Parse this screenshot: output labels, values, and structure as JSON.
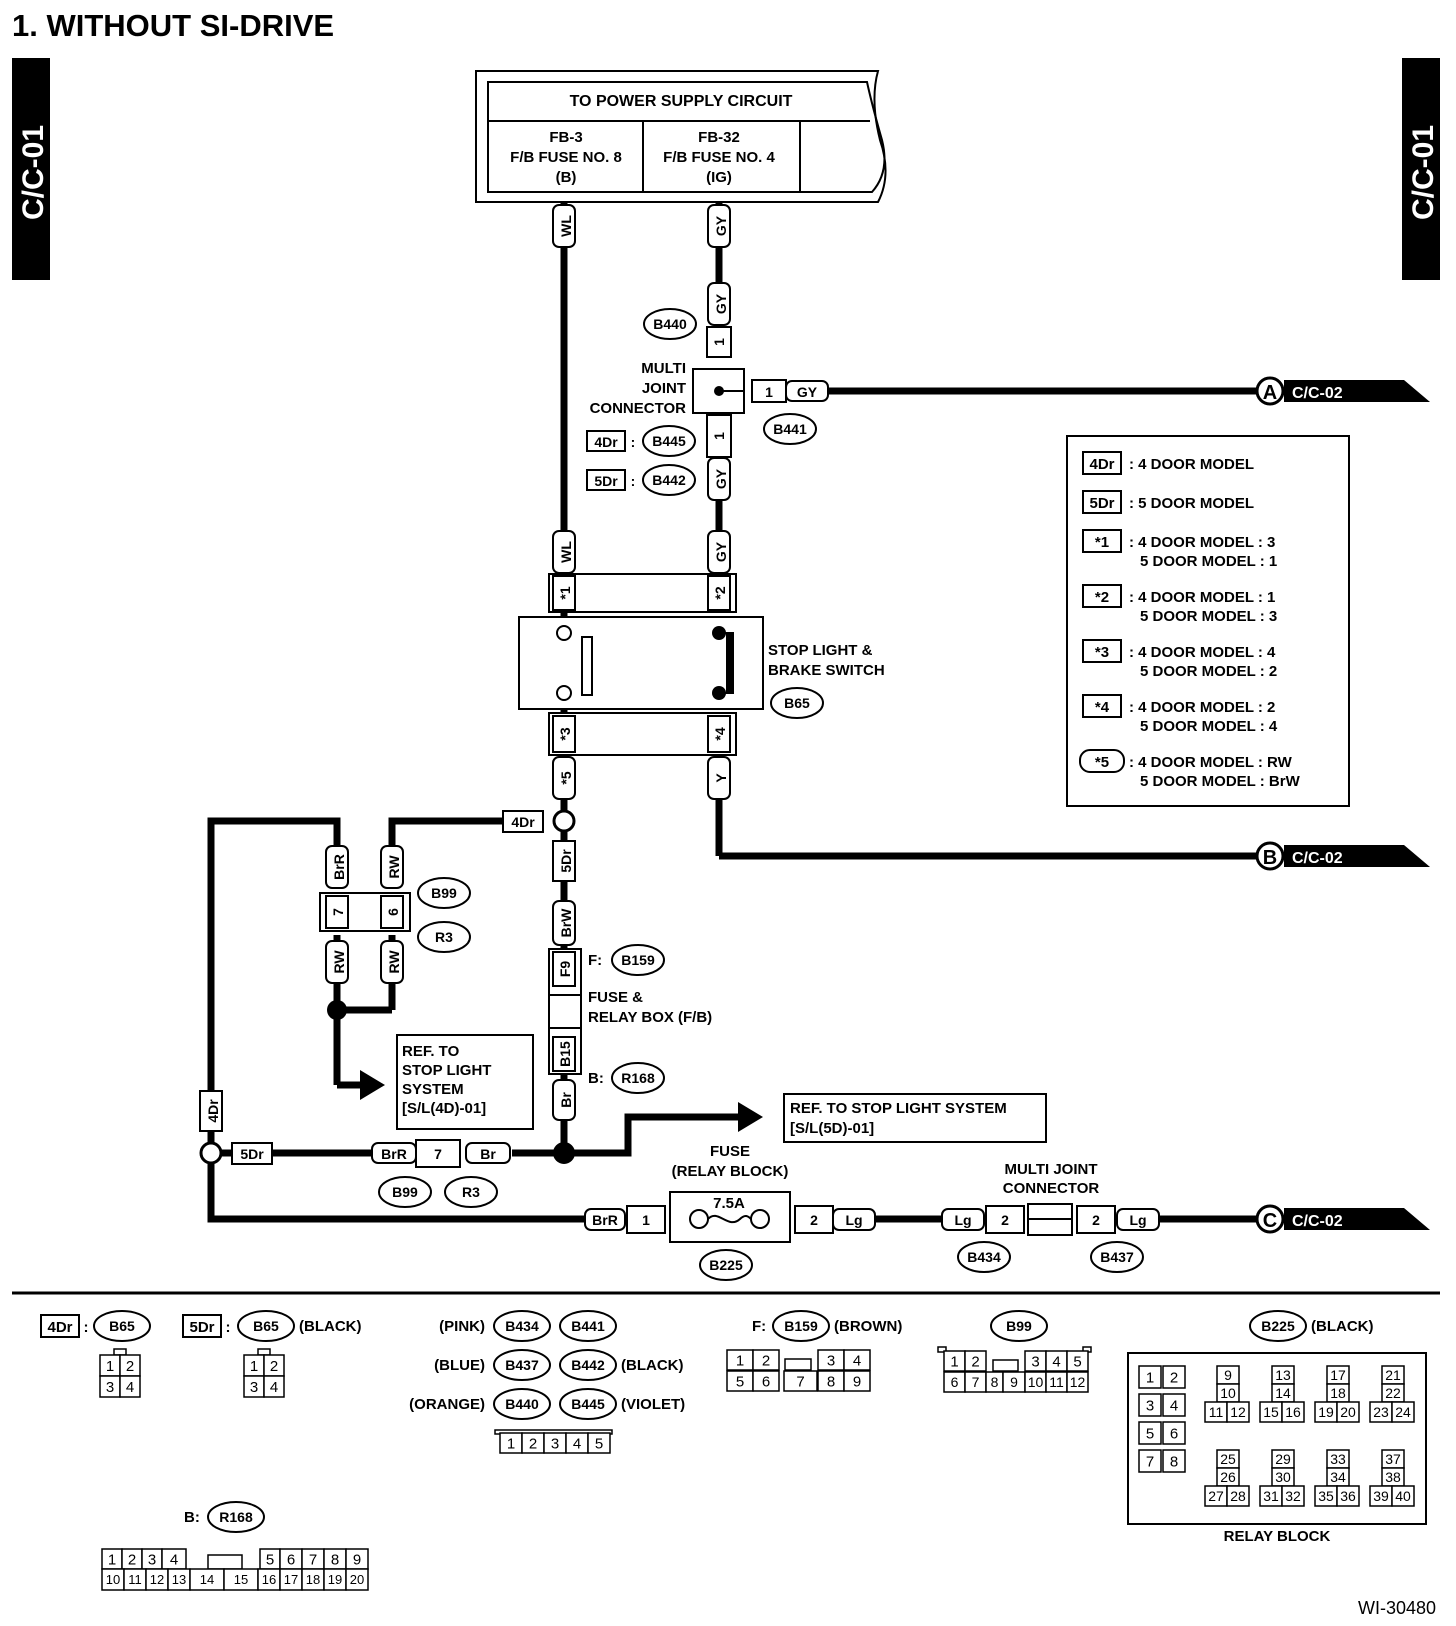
{
  "title": "1.  WITHOUT SI-DRIVE",
  "side_tab": "C/C-01",
  "figure_id": "WI-30480",
  "power": {
    "header": "TO POWER SUPPLY CIRCUIT",
    "fuse1": [
      "FB-3",
      "F/B FUSE NO. 8",
      "(B)"
    ],
    "fuse2": [
      "FB-32",
      "F/B FUSE NO. 4",
      "(IG)"
    ]
  },
  "wires": {
    "wl": "WL",
    "gy": "GY",
    "y": "Y",
    "brw": "BrW",
    "br": "Br",
    "brr": "BrR",
    "rw": "RW",
    "lg": "Lg"
  },
  "labels": {
    "multi_joint": [
      "MULTI",
      "JOINT",
      "CONNECTOR"
    ],
    "stop_switch": [
      "STOP LIGHT &",
      "BRAKE SWITCH"
    ],
    "fuse_relay": [
      "FUSE &",
      "RELAY BOX (F/B)"
    ],
    "ref_4d": [
      "REF. TO",
      "STOP LIGHT",
      "SYSTEM",
      "[S/L(4D)-01]"
    ],
    "ref_5d": [
      "REF. TO STOP LIGHT SYSTEM",
      "[S/L(5D)-01]"
    ],
    "fuse_relay_block": [
      "FUSE",
      "(RELAY BLOCK)"
    ],
    "fuse_rating": "7.5A",
    "multi_joint2": [
      "MULTI JOINT",
      "CONNECTOR"
    ],
    "relay_block": "RELAY BLOCK"
  },
  "tags": {
    "dr4": "4Dr",
    "dr5": "5Dr",
    "s1": "*1",
    "s2": "*2",
    "s3": "*3",
    "s4": "*4",
    "s5": "*5",
    "f": "F:",
    "b": "B:",
    "f9": "F9",
    "b15": "B15",
    "colon": ":"
  },
  "connectors": {
    "b440": "B440",
    "b441": "B441",
    "b445": "B445",
    "b442": "B442",
    "b65": "B65",
    "b99": "B99",
    "r3": "R3",
    "b159": "B159",
    "r168": "R168",
    "b225": "B225",
    "b434": "B434",
    "b437": "B437"
  },
  "pins": {
    "p1": "1",
    "p2": "2",
    "p6": "6",
    "p7": "7"
  },
  "outputs": [
    {
      "letter": "A",
      "ref": "C/C-02"
    },
    {
      "letter": "B",
      "ref": "C/C-02"
    },
    {
      "letter": "C",
      "ref": "C/C-02"
    }
  ],
  "legend": [
    {
      "tag": "4Dr",
      "lines": [
        ": 4 DOOR MODEL"
      ]
    },
    {
      "tag": "5Dr",
      "lines": [
        ": 5 DOOR MODEL"
      ]
    },
    {
      "tag": "*1",
      "lines": [
        ": 4 DOOR MODEL  : 3",
        "5 DOOR MODEL  : 1"
      ]
    },
    {
      "tag": "*2",
      "lines": [
        ": 4 DOOR MODEL  : 1",
        "5 DOOR MODEL  : 3"
      ]
    },
    {
      "tag": "*3",
      "lines": [
        ": 4 DOOR MODEL  : 4",
        "5 DOOR MODEL  : 2"
      ]
    },
    {
      "tag": "*4",
      "lines": [
        ": 4 DOOR MODEL  : 2",
        "5 DOOR MODEL  : 4"
      ]
    },
    {
      "tag": "*5",
      "lines": [
        ": 4 DOOR MODEL  : RW",
        "5 DOOR MODEL  : BrW"
      ]
    }
  ],
  "bottom": {
    "colors": {
      "pink": "(PINK)",
      "blue": "(BLUE)",
      "orange": "(ORANGE)",
      "black": "(BLACK)",
      "violet": "(VIOLET)",
      "brown": "(BROWN)"
    },
    "pins_b65": [
      "1",
      "2",
      "3",
      "4"
    ],
    "pins_b440": [
      "1",
      "2",
      "3",
      "4",
      "5"
    ],
    "pins_b159": [
      "1",
      "2",
      "3",
      "4",
      "5",
      "6",
      "7",
      "8",
      "9"
    ],
    "pins_b99": [
      "1",
      "2",
      "3",
      "4",
      "5",
      "6",
      "7",
      "8",
      "9",
      "10",
      "11",
      "12"
    ],
    "pins_r168": [
      "1",
      "2",
      "3",
      "4",
      "5",
      "6",
      "7",
      "8",
      "9",
      "10",
      "11",
      "12",
      "13",
      "14",
      "15",
      "16",
      "17",
      "18",
      "19",
      "20"
    ],
    "pins_b225": [
      "1",
      "2",
      "3",
      "4",
      "5",
      "6",
      "7",
      "8",
      "9",
      "10",
      "11",
      "12",
      "13",
      "14",
      "15",
      "16",
      "17",
      "18",
      "19",
      "20",
      "21",
      "22",
      "23",
      "24",
      "25",
      "26",
      "27",
      "28",
      "29",
      "30",
      "31",
      "32",
      "33",
      "34",
      "35",
      "36",
      "37",
      "38",
      "39",
      "40"
    ]
  }
}
